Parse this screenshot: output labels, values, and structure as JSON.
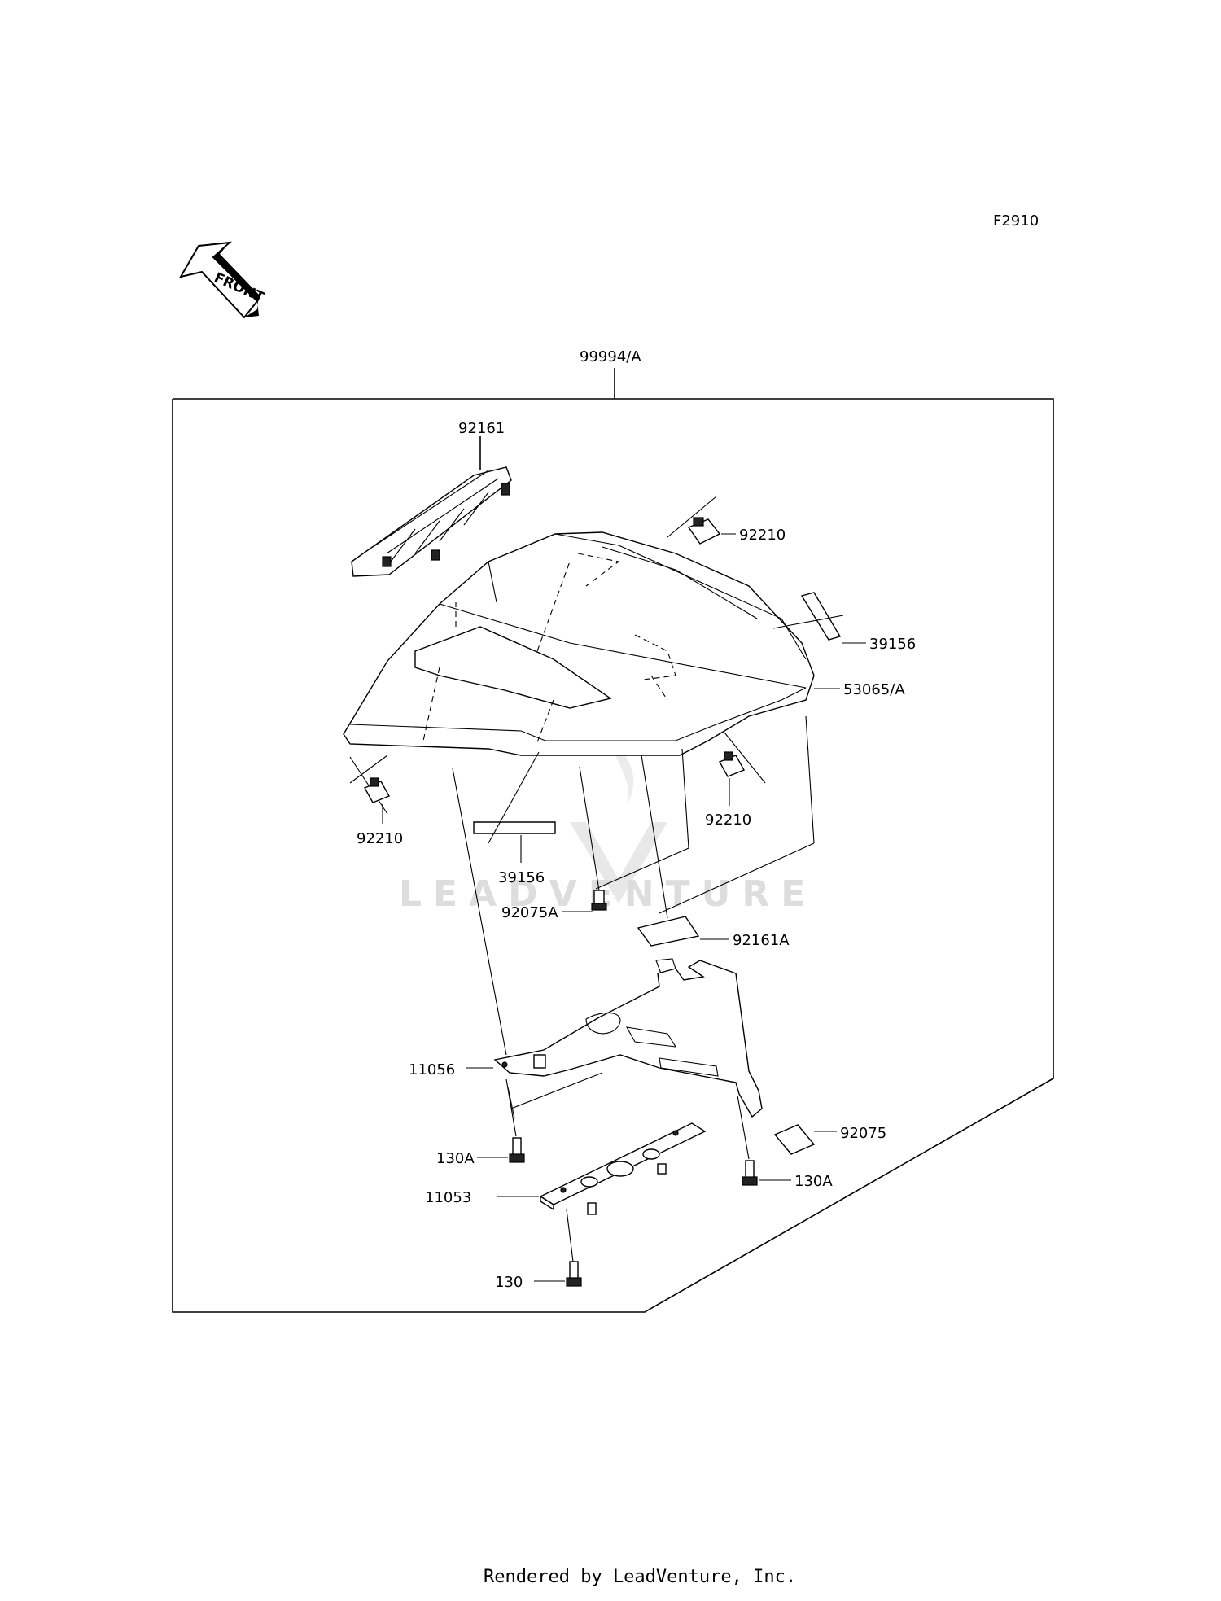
{
  "diagram_code": "F2910",
  "front_label": "FRONT",
  "watermark": "LEADVENTURE",
  "footer": "Rendered by LeadVenture, Inc.",
  "parts": {
    "assembly": "99994/A",
    "p92161": "92161",
    "p92210_top": "92210",
    "p39156_right": "39156",
    "p53065": "53065/A",
    "p92210_left": "92210",
    "p92210_right": "92210",
    "p39156_bottom": "39156",
    "p92075A": "92075A",
    "p92161A": "92161A",
    "p11056": "11056",
    "p92075": "92075",
    "p130A_left": "130A",
    "p130A_right": "130A",
    "p11053": "11053",
    "p130": "130"
  }
}
